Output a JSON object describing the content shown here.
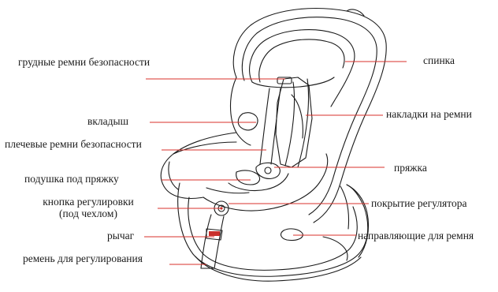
{
  "labels": {
    "chest_straps": "грудные ремни безопасности",
    "insert": "вкладыш",
    "shoulder_straps": "плечевые ремни безопасности",
    "buckle_pad": "подушка под пряжку",
    "adjust_button_line1": "кнопка регулировки",
    "adjust_button_line2": "(под чехлом)",
    "lever": "рычаг",
    "adjust_strap": "ремень для регулирования",
    "backrest": "спинка",
    "strap_pads": "накладки на ремни",
    "buckle": "пряжка",
    "regulator_cover": "покрытие  регулятора",
    "belt_guides": "направляющие для ремня"
  },
  "colors": {
    "line": "#1a1a1a",
    "leader": "#d9312b",
    "accent": "#c9302c"
  }
}
